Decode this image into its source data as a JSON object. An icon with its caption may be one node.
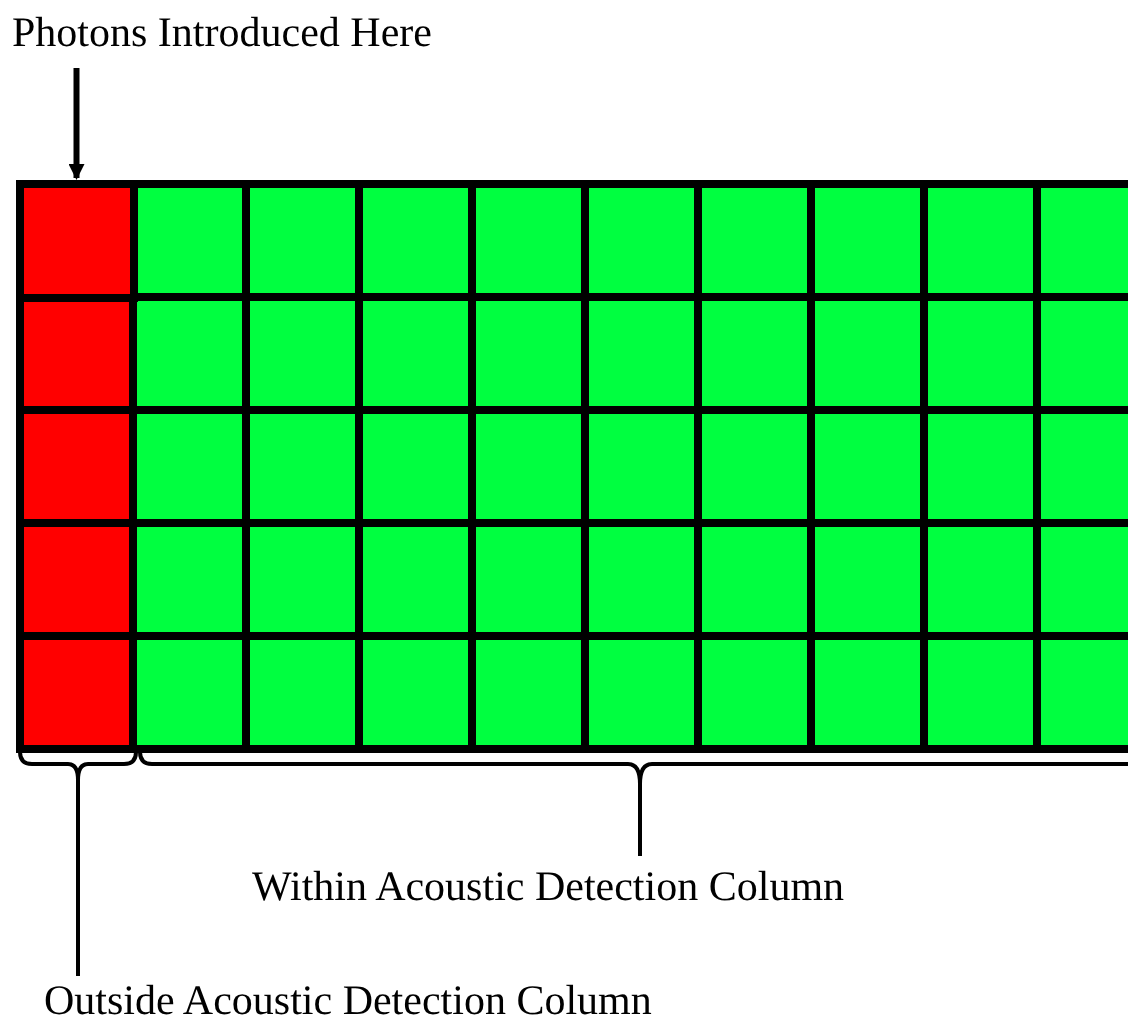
{
  "diagram": {
    "nodes": [
      {
        "text": [
          "Photons Introduced Here"
        ]
      },
      {
        "text": [],
        "shape": "box"
      }
    ],
    "edges": [
      {
        "from": 0,
        "to": 1,
        "arrow": "to"
      }
    ],
    "labels": [
      "Within Acoustic Detection Column",
      "Outside Acoustic Detection Column"
    ]
  }
}
